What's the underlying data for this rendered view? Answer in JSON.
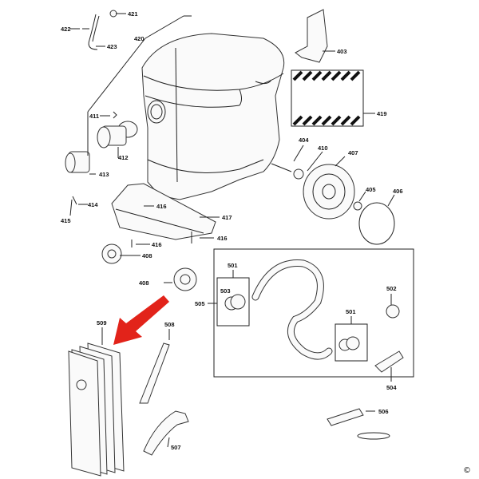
{
  "diagram": {
    "labels": {
      "p421": "421",
      "p422": "422",
      "p423": "423",
      "p420": "420",
      "p403": "403",
      "p419": "419",
      "p411": "411",
      "p412": "412",
      "p413": "413",
      "p404": "404",
      "p410": "410",
      "p407": "407",
      "p405": "405",
      "p406": "406",
      "p414": "414",
      "p415": "415",
      "p416a": "416",
      "p417": "417",
      "p416b": "416",
      "p416c": "416",
      "p408a": "408",
      "p408b": "408",
      "p501a": "501",
      "p503": "503",
      "p505": "505",
      "p502": "502",
      "p501b": "501",
      "p504": "504",
      "p509": "509",
      "p508": "508",
      "p506": "506",
      "p507": "507"
    },
    "copyright": "©"
  }
}
